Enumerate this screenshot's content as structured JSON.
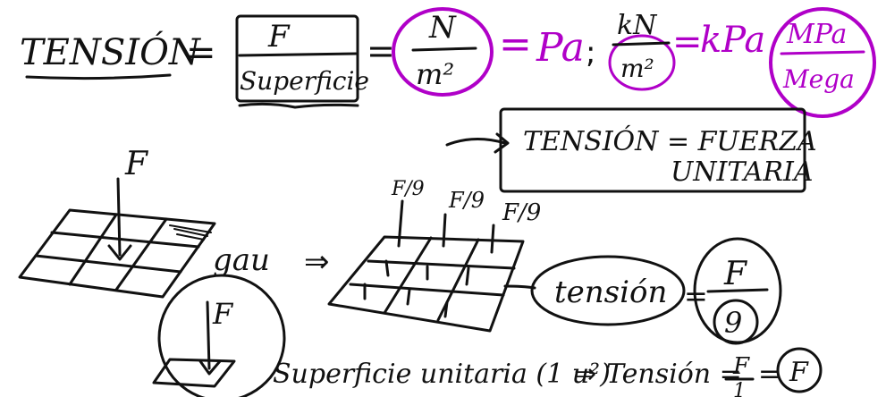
{
  "colors": {
    "ink": "#111111",
    "accent": "#b000c8"
  },
  "equation": {
    "lhs": "TENSIÓN",
    "eq": "=",
    "fraction": {
      "numerator": "F",
      "denominator": "Superficie"
    },
    "unit_fraction": {
      "numerator": "N",
      "denominator": "m²"
    },
    "pa": "Pa",
    "kn_fraction": {
      "numerator": "kN",
      "denominator": "m²"
    },
    "kpa": "kPa",
    "mpa_fraction": {
      "numerator": "MPa",
      "denominator": "Mega"
    }
  },
  "definition_box": {
    "line1": "TENSIÓN = FUERZA",
    "line2": "UNITARIA"
  },
  "grid_left": {
    "force_label": "F"
  },
  "arrow_text": "gau",
  "grid_right": {
    "labels": [
      "F/9",
      "F/9",
      "F/9"
    ]
  },
  "tension_bubble": {
    "label": "tensión",
    "fraction_num": "F",
    "fraction_den": "9"
  },
  "bottom": {
    "force_label": "F",
    "text": "Superficie unitaria (1 u²)",
    "implies": "⇒",
    "conclusion": "Tensión =",
    "fraction_num": "F",
    "fraction_den": "1",
    "eq": "=",
    "result": "F"
  }
}
